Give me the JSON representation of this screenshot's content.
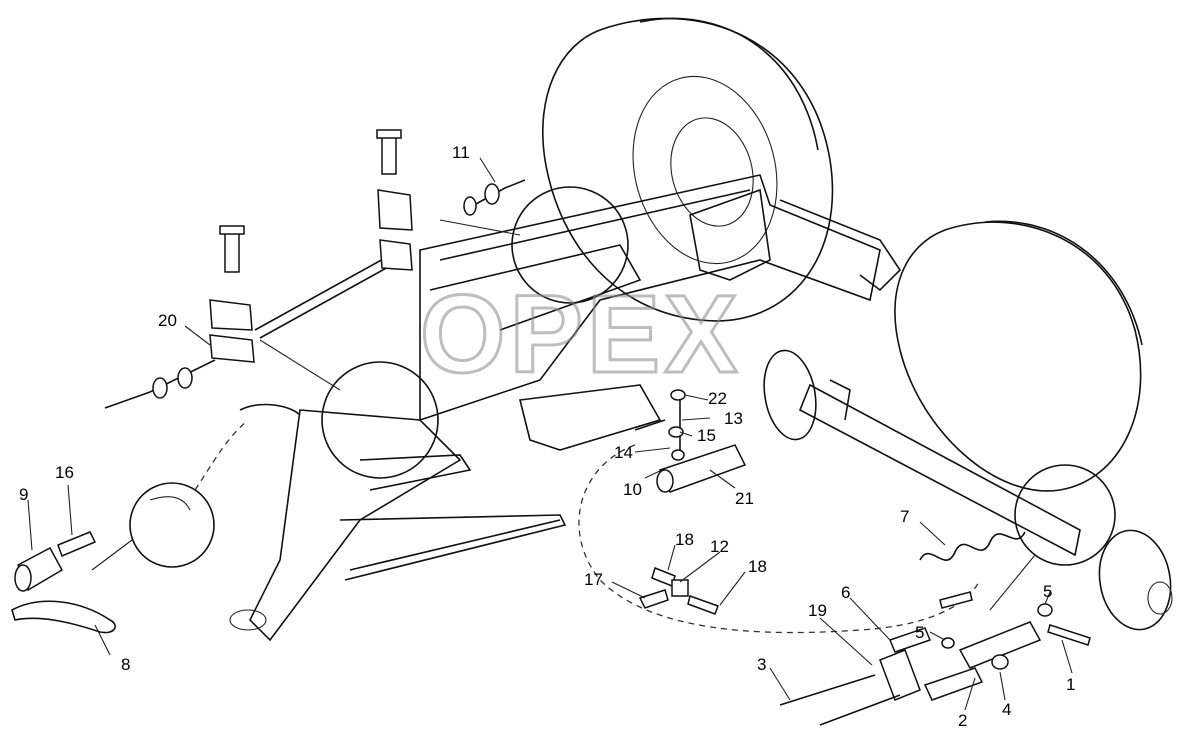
{
  "watermark": "OPEX",
  "callouts": [
    {
      "id": "c1",
      "text": "1"
    },
    {
      "id": "c2",
      "text": "2"
    },
    {
      "id": "c3",
      "text": "3"
    },
    {
      "id": "c4",
      "text": "4"
    },
    {
      "id": "c5a",
      "text": "5"
    },
    {
      "id": "c5b",
      "text": "5"
    },
    {
      "id": "c6",
      "text": "6"
    },
    {
      "id": "c7",
      "text": "7"
    },
    {
      "id": "c8",
      "text": "8"
    },
    {
      "id": "c9",
      "text": "9"
    },
    {
      "id": "c10",
      "text": "10"
    },
    {
      "id": "c11",
      "text": "11"
    },
    {
      "id": "c12",
      "text": "12"
    },
    {
      "id": "c13",
      "text": "13"
    },
    {
      "id": "c14",
      "text": "14"
    },
    {
      "id": "c15",
      "text": "15"
    },
    {
      "id": "c16",
      "text": "16"
    },
    {
      "id": "c17",
      "text": "17"
    },
    {
      "id": "c18a",
      "text": "18"
    },
    {
      "id": "c18b",
      "text": "18"
    },
    {
      "id": "c19",
      "text": "19"
    },
    {
      "id": "c20",
      "text": "20"
    },
    {
      "id": "c21",
      "text": "21"
    },
    {
      "id": "c22",
      "text": "22"
    }
  ]
}
